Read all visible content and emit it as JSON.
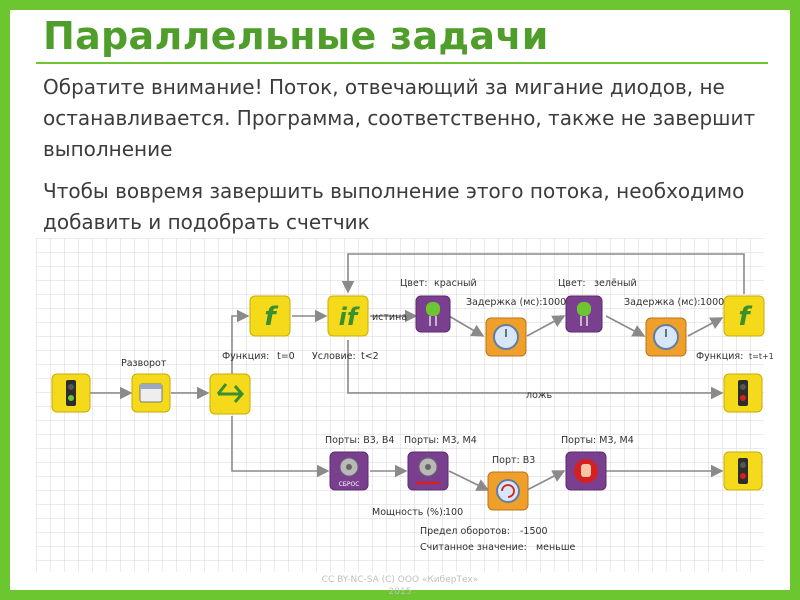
{
  "slide": {
    "title": "Параллельные задачи",
    "para1": "Обратите внимание! Поток, отвечающий за мигание диодов, не останавливается. Программа, соответственно, также не завершит выполнение",
    "para2": "Чтобы вовремя завершить выполнение этого потока, необходимо добавить и подобрать счетчик",
    "footer_line1": "CC BY-NC-SA (C) ООО «КиберТех»",
    "footer_line2": "2015"
  },
  "diagram": {
    "labels": {
      "razvorot": "Разворот",
      "func1": "Функция:",
      "func1_val": "t=0",
      "condition": "Условие:",
      "condition_val": "t<2",
      "istina": "истина",
      "lozh": "ложь",
      "color1": "Цвет:",
      "color1_val": "красный",
      "color2": "Цвет:",
      "color2_val": "зелёный",
      "delay1": "Задержка (мс):",
      "delay1_val": "1000",
      "delay2": "Задержка (мс):",
      "delay2_val": "1000",
      "func2": "Функция:",
      "func2_val": "t=t+1",
      "ports1": "Порты: B3, B4",
      "ports2": "Порты: M3, M4",
      "port3": "Порт: B3",
      "ports4": "Порты: M3, M4",
      "power": "Мощность (%):",
      "power_val": "100",
      "limit": "Предел оборотов:",
      "limit_val": "-1500",
      "read": "Считанное значение:",
      "read_val": "меньше",
      "reset_caption": "СБРОС"
    },
    "colors": {
      "grid": "#d7d7d7",
      "block_yellow": "#f5da1c",
      "block_purple": "#7a3f8e",
      "block_orange": "#f0a02a",
      "line": "#8a8a8a",
      "accent_green": "#6cc62f"
    }
  }
}
